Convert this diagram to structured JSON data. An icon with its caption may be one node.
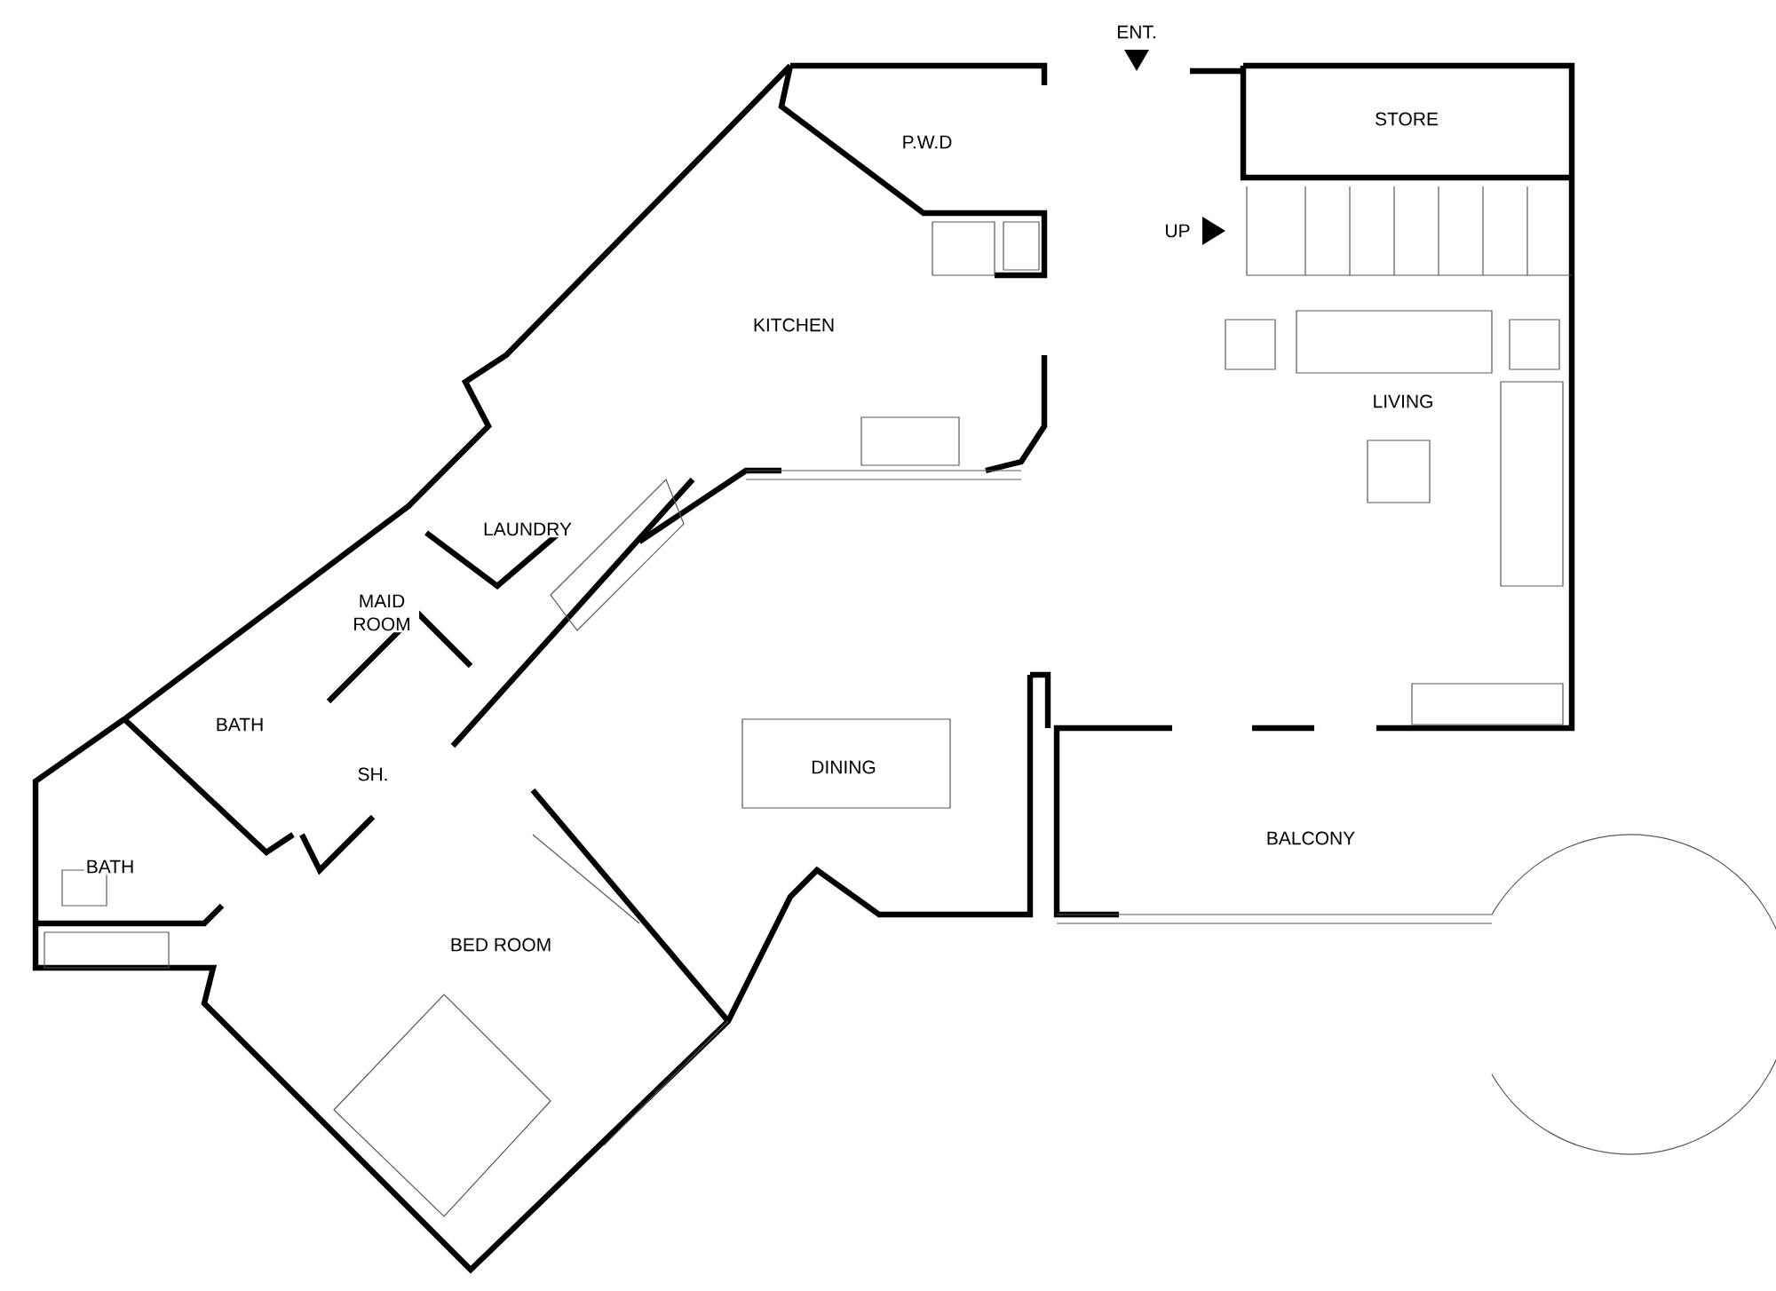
{
  "diagram": {
    "labels": [
      "ENT.",
      "STORE",
      "P.W.D",
      "UP",
      "KITCHEN",
      "LIVING",
      "LAUNDRY",
      "MAID ROOM",
      "BATH",
      "SH.",
      "DINING",
      "BATH",
      "BALCONY",
      "BED ROOM"
    ]
  }
}
